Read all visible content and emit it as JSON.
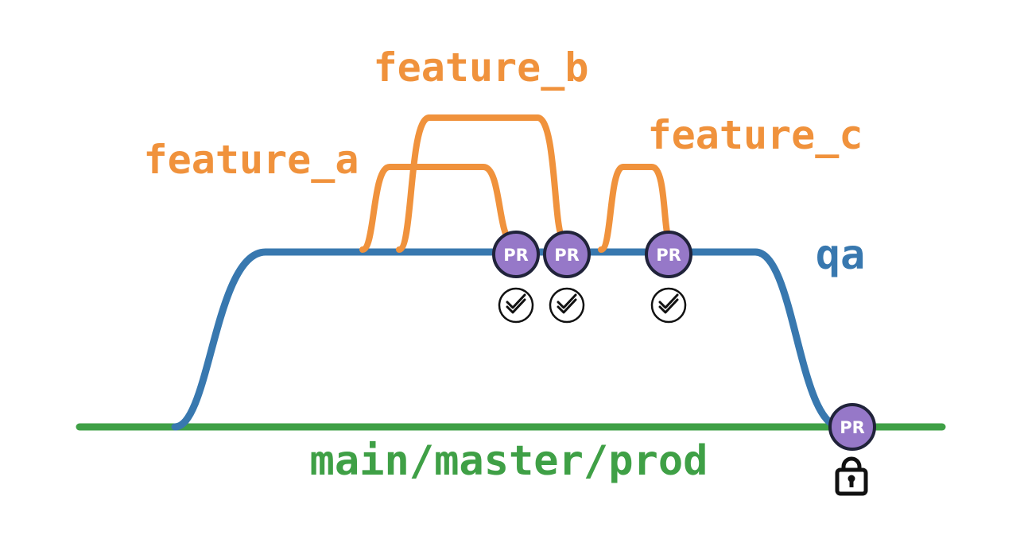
{
  "diagram": {
    "type": "git-branching-strategy",
    "labels": {
      "feature_a": "feature_a",
      "feature_b": "feature_b",
      "feature_c": "feature_c",
      "qa": "qa",
      "main": "main/master/prod"
    },
    "badges": {
      "pr_qa_1": "PR",
      "pr_qa_2": "PR",
      "pr_qa_3": "PR",
      "pr_main": "PR"
    },
    "icons": {
      "approval": "double-check-circle",
      "protection": "padlock"
    },
    "colors": {
      "feature_branch": "#F0923C",
      "qa_branch": "#3878AF",
      "main_branch": "#3FA046",
      "pr_badge_fill": "#9678C8",
      "pr_badge_border": "#20233A",
      "pr_badge_text": "#FFFFFF",
      "icon_stroke": "#111111",
      "icon_fill": "#FFFFFF",
      "background": "#FFFFFF"
    }
  }
}
